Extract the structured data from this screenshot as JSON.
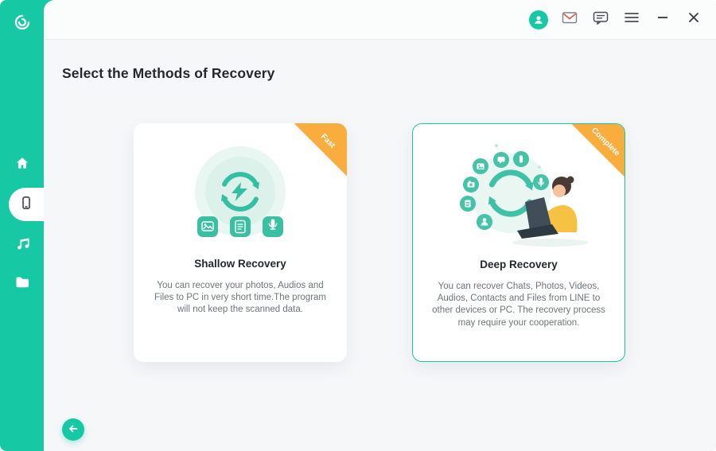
{
  "page": {
    "title": "Select the Methods of Recovery"
  },
  "titlebar": {
    "icons": [
      "avatar",
      "mail",
      "chat",
      "menu",
      "minimize",
      "close"
    ]
  },
  "sidebar": {
    "items": [
      {
        "icon": "home",
        "active": false
      },
      {
        "icon": "device",
        "active": true
      },
      {
        "icon": "music",
        "active": false
      },
      {
        "icon": "folder",
        "active": false
      }
    ]
  },
  "cards": [
    {
      "ribbon": "Fast",
      "title": "Shallow Recovery",
      "description": "You can recover your photos, Audios and Files to PC in very short time.The program will not keep the scanned data.",
      "selected": false
    },
    {
      "ribbon": "Complete",
      "title": "Deep Recovery",
      "description": "You can recover Chats, Photos, Videos, Audios, Contacts and Files from LINE to other devices or PC. The recovery process may require your cooperation.",
      "selected": true
    }
  ],
  "back_button": {
    "icon": "back-arrow"
  },
  "colors": {
    "teal": "#17C8A5",
    "orange": "#F8AD3C",
    "content_bg": "#F6F7F9",
    "card_bg": "#FFFFFF",
    "text_primary": "#24282D",
    "text_secondary": "#6F747A",
    "mail_red": "#E0584C"
  }
}
